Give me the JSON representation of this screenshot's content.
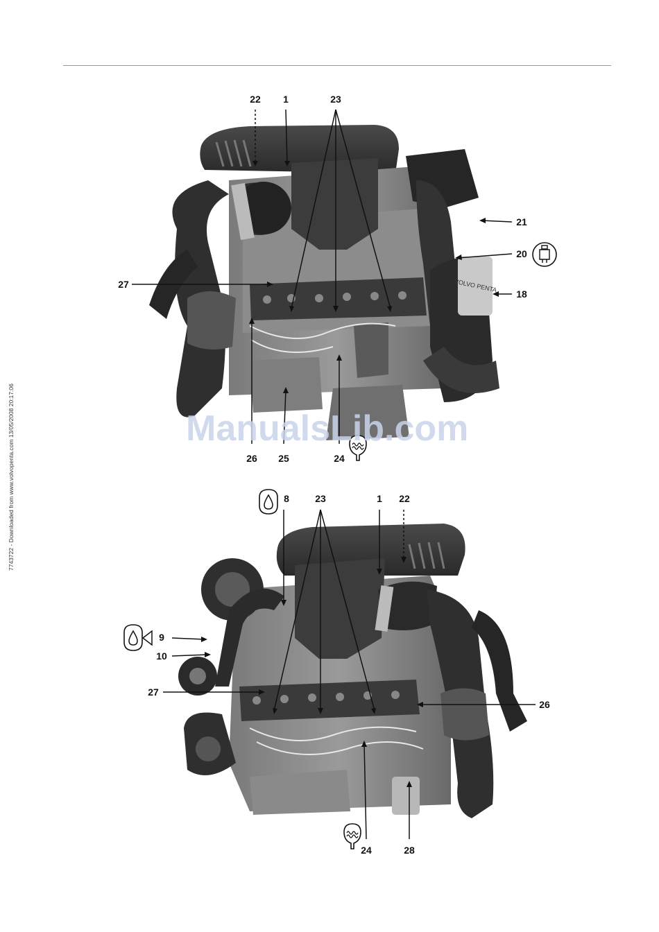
{
  "sidebar_text": "7743722 - Downloaded from www.volvopenta.com 13/05/2008 20:17:06",
  "watermark": "ManualsLib.com",
  "figure_top": {
    "callouts": [
      "22",
      "1",
      "23",
      "21",
      "20",
      "18",
      "27",
      "26",
      "25",
      "24"
    ],
    "icons": [
      "spark-plug-icon",
      "coolant-temperature-icon"
    ]
  },
  "figure_bottom": {
    "callouts": [
      "8",
      "23",
      "1",
      "22",
      "9",
      "10",
      "27",
      "26",
      "24",
      "28"
    ],
    "icons": [
      "oil-drop-icon",
      "oil-level-dipstick-icon",
      "coolant-temperature-icon"
    ]
  },
  "colors": {
    "engine_dark": "#2b2b2b",
    "engine_mid": "#6e6e6e",
    "engine_light": "#a8a8a8",
    "rule": "#999999"
  }
}
